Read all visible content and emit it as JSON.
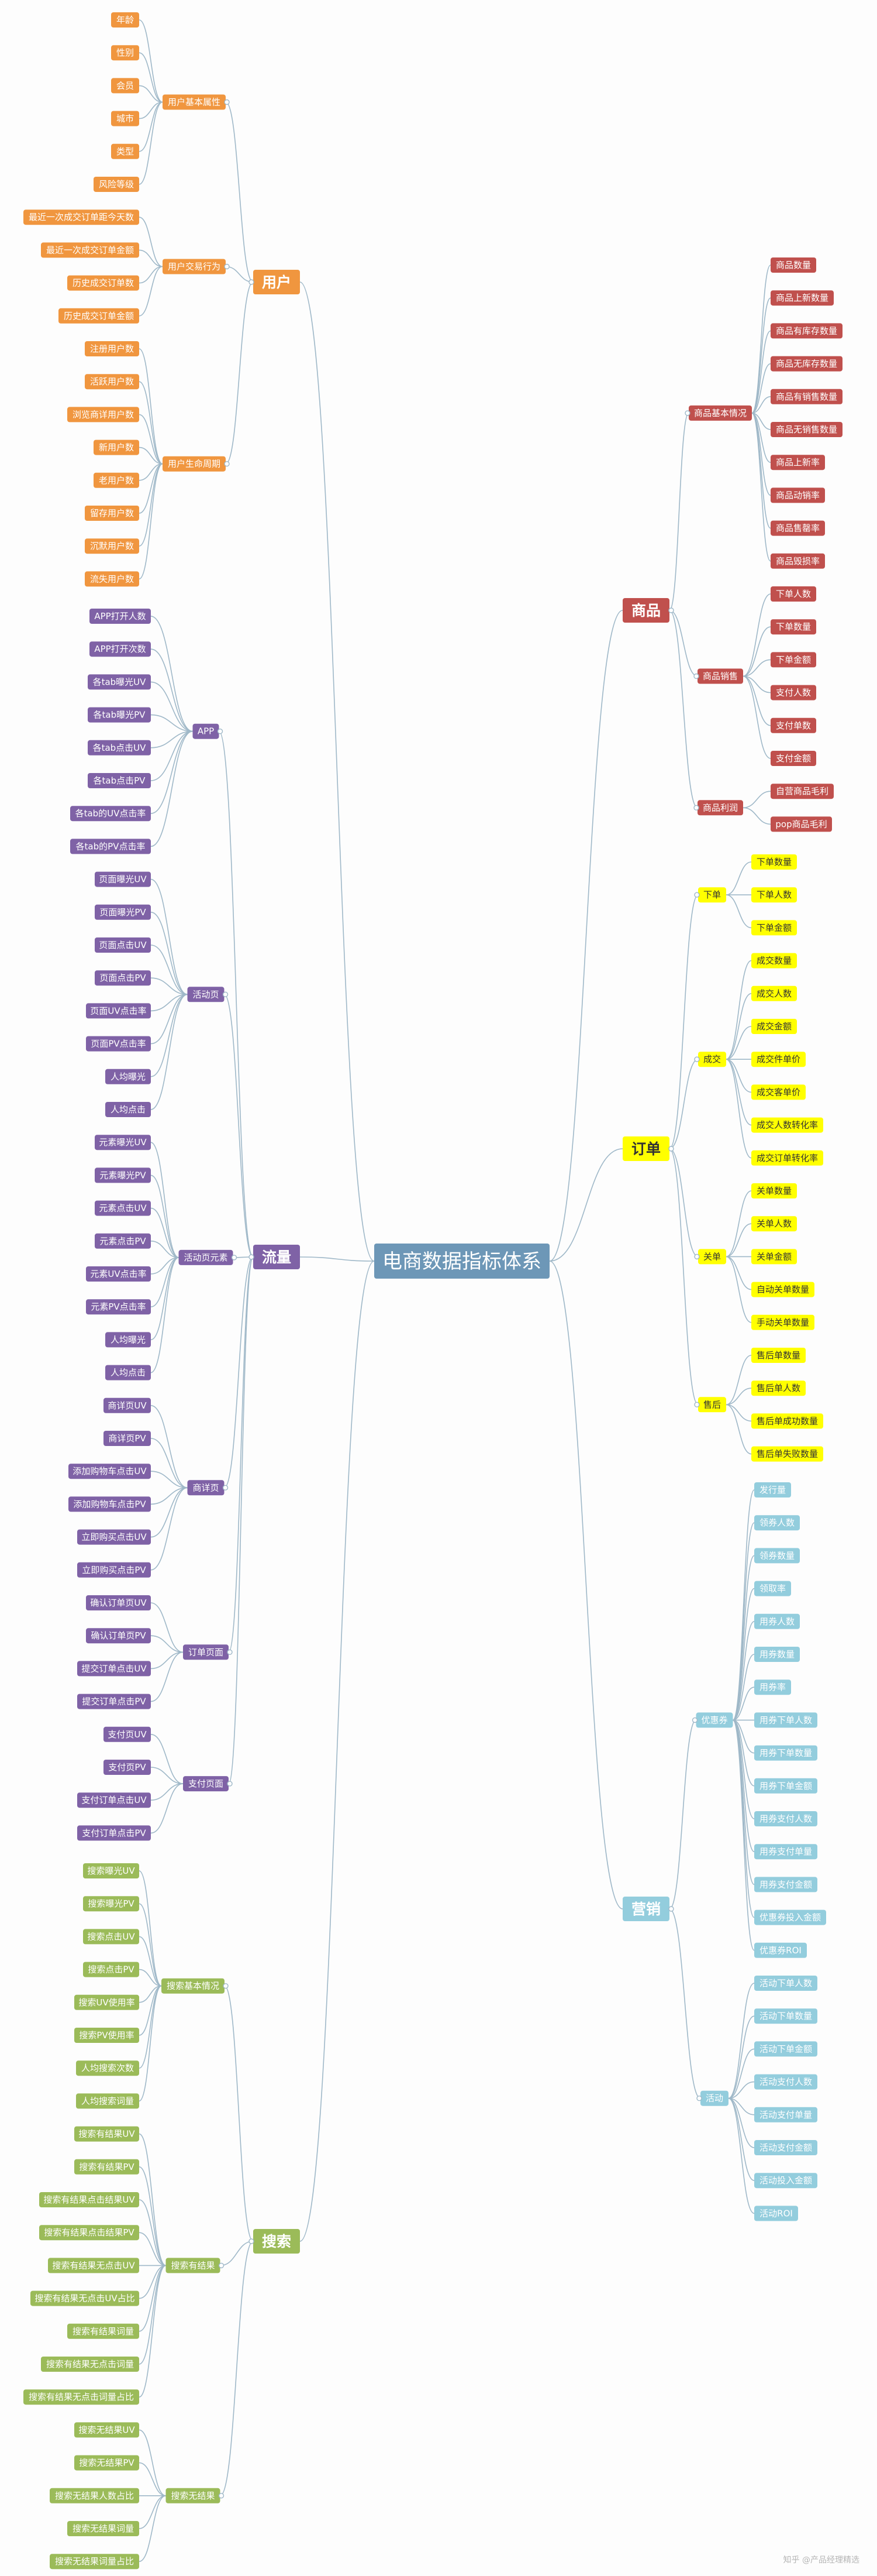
{
  "root": "电商数据指标体系",
  "colors": {
    "line": "#9fb8c8",
    "root": "#6d97b7",
    "user": "#f0963f",
    "goods": "#c0504d",
    "order": "#ffff00",
    "traffic": "#7f62a6",
    "marketing": "#93cddd",
    "search": "#9bbb59"
  },
  "branches": [
    {
      "name": "用户",
      "colorKey": "user",
      "children": [
        {
          "name": "用户基本属性",
          "leaves": [
            "年龄",
            "性别",
            "会员",
            "城市",
            "类型",
            "风险等级"
          ]
        },
        {
          "name": "用户交易行为",
          "leaves": [
            "最近一次成交订单距今天数",
            "最近一次成交订单金额",
            "历史成交订单数",
            "历史成交订单金额"
          ]
        },
        {
          "name": "用户生命周期",
          "leaves": [
            "注册用户数",
            "活跃用户数",
            "浏览商详用户数",
            "新用户数",
            "老用户数",
            "留存用户数",
            "沉默用户数",
            "流失用户数"
          ]
        }
      ]
    },
    {
      "name": "流量",
      "colorKey": "traffic",
      "children": [
        {
          "name": "APP",
          "leaves": [
            "APP打开人数",
            "APP打开次数",
            "各tab曝光UV",
            "各tab曝光PV",
            "各tab点击UV",
            "各tab点击PV",
            "各tab的UV点击率",
            "各tab的PV点击率"
          ]
        },
        {
          "name": "活动页",
          "leaves": [
            "页面曝光UV",
            "页面曝光PV",
            "页面点击UV",
            "页面点击PV",
            "页面UV点击率",
            "页面PV点击率",
            "人均曝光",
            "人均点击"
          ]
        },
        {
          "name": "活动页元素",
          "leaves": [
            "元素曝光UV",
            "元素曝光PV",
            "元素点击UV",
            "元素点击PV",
            "元素UV点击率",
            "元素PV点击率",
            "人均曝光",
            "人均点击"
          ]
        },
        {
          "name": "商详页",
          "leaves": [
            "商详页UV",
            "商详页PV",
            "添加购物车点击UV",
            "添加购物车点击PV",
            "立即购买点击UV",
            "立即购买点击PV"
          ]
        },
        {
          "name": "订单页面",
          "leaves": [
            "确认订单页UV",
            "确认订单页PV",
            "提交订单点击UV",
            "提交订单点击PV"
          ]
        },
        {
          "name": "支付页面",
          "leaves": [
            "支付页UV",
            "支付页PV",
            "支付订单点击UV",
            "支付订单点击PV"
          ]
        }
      ]
    },
    {
      "name": "搜索",
      "colorKey": "search",
      "children": [
        {
          "name": "搜索基本情况",
          "leaves": [
            "搜索曝光UV",
            "搜索曝光PV",
            "搜索点击UV",
            "搜索点击PV",
            "搜索UV使用率",
            "搜索PV使用率",
            "人均搜索次数",
            "人均搜索词量"
          ]
        },
        {
          "name": "搜索有结果",
          "leaves": [
            "搜索有结果UV",
            "搜索有结果PV",
            "搜索有结果点击结果UV",
            "搜索有结果点击结果PV",
            "搜索有结果无点击UV",
            "搜索有结果无点击UV占比",
            "搜索有结果词量",
            "搜索有结果无点击词量",
            "搜索有结果无点击词量占比"
          ]
        },
        {
          "name": "搜索无结果",
          "leaves": [
            "搜索无结果UV",
            "搜索无结果PV",
            "搜索无结果人数占比",
            "搜索无结果词量",
            "搜索无结果词量占比"
          ]
        }
      ]
    },
    {
      "name": "商品",
      "colorKey": "goods",
      "children": [
        {
          "name": "商品基本情况",
          "leaves": [
            "商品数量",
            "商品上新数量",
            "商品有库存数量",
            "商品无库存数量",
            "商品有销售数量",
            "商品无销售数量",
            "商品上新率",
            "商品动销率",
            "商品售罄率",
            "商品毁损率"
          ]
        },
        {
          "name": "商品销售",
          "leaves": [
            "下单人数",
            "下单数量",
            "下单金额",
            "支付人数",
            "支付单数",
            "支付金额"
          ]
        },
        {
          "name": "商品利润",
          "leaves": [
            "自营商品毛利",
            "pop商品毛利"
          ]
        }
      ]
    },
    {
      "name": "订单",
      "colorKey": "order",
      "children": [
        {
          "name": "下单",
          "leaves": [
            "下单数量",
            "下单人数",
            "下单金额"
          ]
        },
        {
          "name": "成交",
          "leaves": [
            "成交数量",
            "成交人数",
            "成交金额",
            "成交件单价",
            "成交客单价",
            "成交人数转化率",
            "成交订单转化率"
          ]
        },
        {
          "name": "关单",
          "leaves": [
            "关单数量",
            "关单人数",
            "关单金额",
            "自动关单数量",
            "手动关单数量"
          ]
        },
        {
          "name": "售后",
          "leaves": [
            "售后单数量",
            "售后单人数",
            "售后单成功数量",
            "售后单失败数量"
          ]
        }
      ]
    },
    {
      "name": "营销",
      "colorKey": "marketing",
      "children": [
        {
          "name": "优惠券",
          "leaves": [
            "发行量",
            "领券人数",
            "领券数量",
            "领取率",
            "用券人数",
            "用券数量",
            "用券率",
            "用券下单人数",
            "用券下单数量",
            "用券下单金额",
            "用券支付人数",
            "用券支付单量",
            "用券支付金额",
            "优惠券投入金额",
            "优惠券ROI"
          ]
        },
        {
          "name": "活动",
          "leaves": [
            "活动下单人数",
            "活动下单数量",
            "活动下单金额",
            "活动支付人数",
            "活动支付单量",
            "活动支付金额",
            "活动投入金额",
            "活动ROI"
          ]
        }
      ]
    }
  ],
  "watermark": "知乎 @产品经理精选"
}
